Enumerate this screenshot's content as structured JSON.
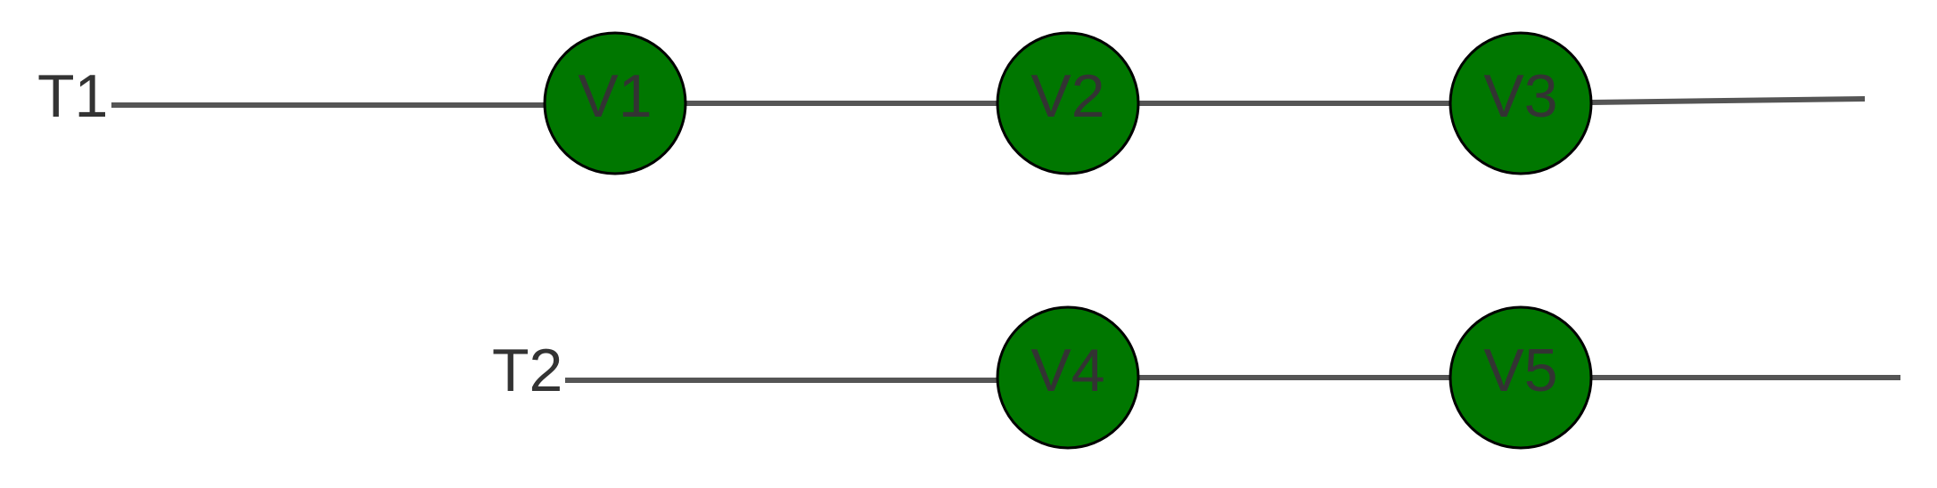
{
  "colors": {
    "node_fill": "#007700",
    "node_stroke": "#000000",
    "edge": "#555555",
    "text": "#333333",
    "background": "#ffffff"
  },
  "tracks": [
    {
      "id": "t1",
      "label": "T1",
      "nodes": [
        {
          "id": "v1",
          "label": "V1"
        },
        {
          "id": "v2",
          "label": "V2"
        },
        {
          "id": "v3",
          "label": "V3"
        }
      ]
    },
    {
      "id": "t2",
      "label": "T2",
      "nodes": [
        {
          "id": "v4",
          "label": "V4"
        },
        {
          "id": "v5",
          "label": "V5"
        }
      ]
    }
  ]
}
